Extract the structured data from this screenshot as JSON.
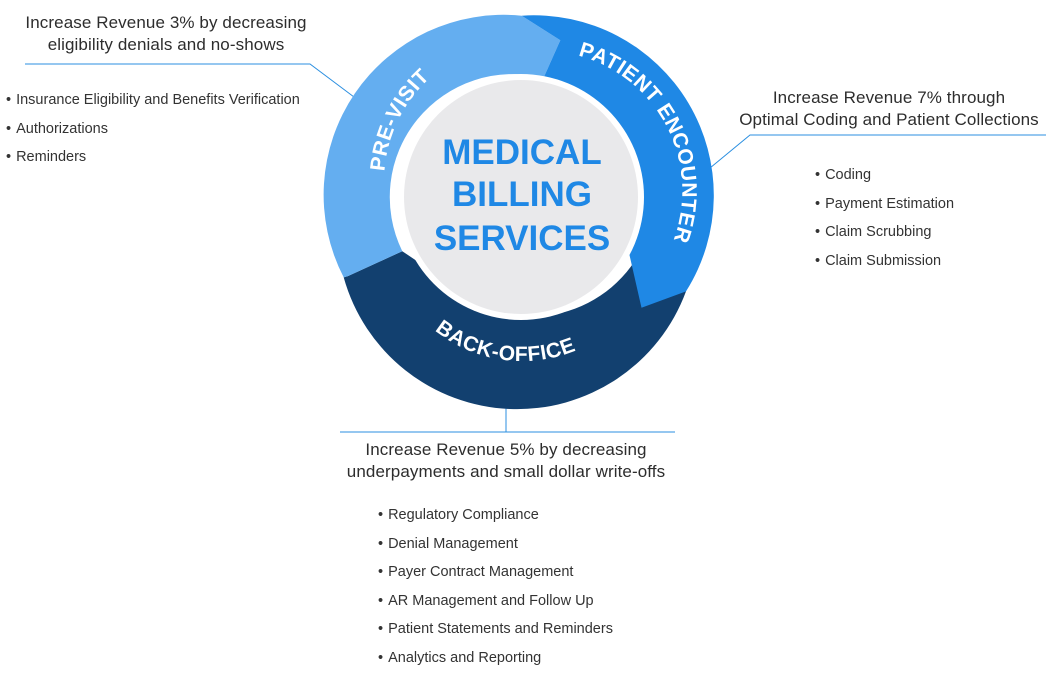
{
  "center": {
    "line1": "MEDICAL",
    "line2": "BILLING",
    "line3": "SERVICES"
  },
  "segments": {
    "pre_visit": "PRE-VISIT",
    "patient_encounter": "PATIENT ENCOUNTER",
    "back_office": "BACK-OFFICE"
  },
  "colors": {
    "pre_visit": "#64aef0",
    "patient_encounter": "#1f88e5",
    "back_office": "#12406f",
    "center_fill": "#e9e9eb",
    "center_text": "#1f88e5",
    "connector": "#2b8fe0"
  },
  "pre_visit_block": {
    "heading_line1": "Increase Revenue 3% by decreasing",
    "heading_line2": "eligibility denials and no-shows",
    "items": [
      "Insurance Eligibility and Benefits Verification",
      "Authorizations",
      "Reminders"
    ]
  },
  "encounter_block": {
    "heading_line1": "Increase Revenue 7% through",
    "heading_line2": "Optimal Coding and Patient Collections",
    "items": [
      "Coding",
      "Payment Estimation",
      "Claim Scrubbing",
      "Claim Submission"
    ]
  },
  "back_office_block": {
    "heading_line1": "Increase Revenue 5% by decreasing",
    "heading_line2": "underpayments and small dollar write-offs",
    "items": [
      "Regulatory Compliance",
      "Denial Management",
      "Payer Contract Management",
      "AR Management and Follow Up",
      "Patient Statements and Reminders",
      "Analytics and Reporting"
    ]
  }
}
